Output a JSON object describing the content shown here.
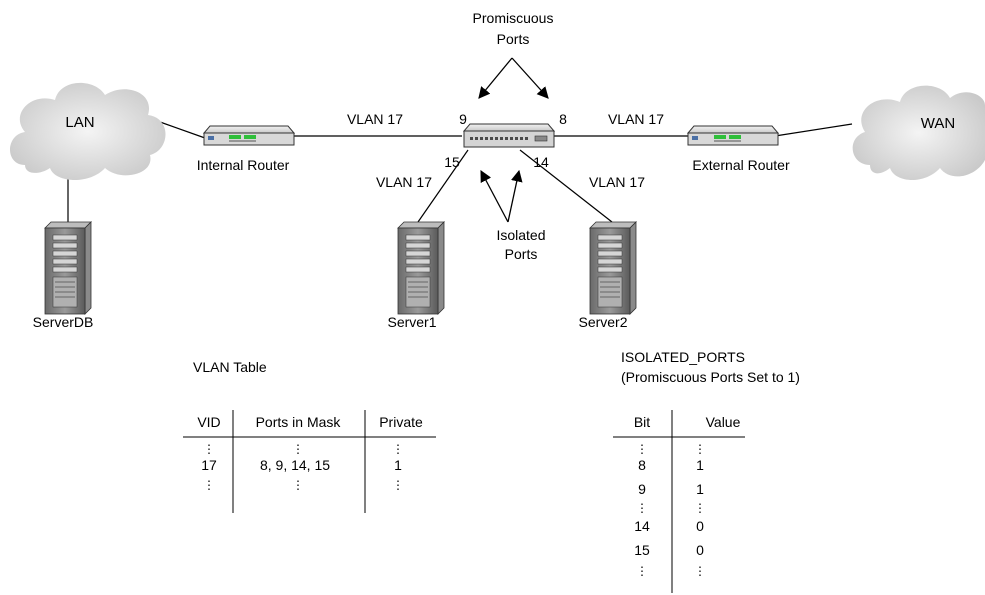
{
  "network": {
    "clouds": {
      "lan": "LAN",
      "wan": "WAN"
    },
    "devices": {
      "internal_router": "Internal Router",
      "external_router": "External Router",
      "server_db": "ServerDB",
      "server1": "Server1",
      "server2": "Server2"
    },
    "links": {
      "vlan_left": "VLAN 17",
      "vlan_right": "VLAN 17",
      "vlan_server1": "VLAN 17",
      "vlan_server2": "VLAN 17"
    },
    "ports": {
      "p9": "9",
      "p8": "8",
      "p15": "15",
      "p14": "14"
    },
    "annotations": {
      "promiscuous_line1": "Promiscuous",
      "promiscuous_line2": "Ports",
      "isolated_line1": "Isolated",
      "isolated_line2": "Ports"
    }
  },
  "vlan_table": {
    "title": "VLAN Table",
    "headers": [
      "VID",
      "Ports in Mask",
      "Private"
    ],
    "rows": [
      [
        "⋮",
        "⋮",
        "⋮"
      ],
      [
        "17",
        "8, 9, 14, 15",
        "1"
      ],
      [
        "⋮",
        "⋮",
        "⋮"
      ]
    ]
  },
  "isolated_table": {
    "title_line1": "ISOLATED_PORTS",
    "title_line2": "(Promiscuous Ports Set to 1)",
    "headers": [
      "Bit",
      "Value"
    ],
    "rows": [
      [
        "⋮",
        "⋮"
      ],
      [
        "8",
        "1"
      ],
      [
        "9",
        "1"
      ],
      [
        "⋮",
        "⋮"
      ],
      [
        "14",
        "0"
      ],
      [
        "15",
        "0"
      ],
      [
        "⋮",
        "⋮"
      ]
    ]
  }
}
